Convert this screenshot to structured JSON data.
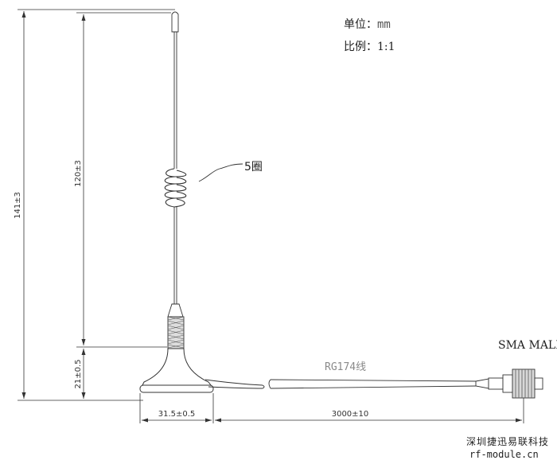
{
  "notes": {
    "unit_label": "单位：",
    "unit_value": "mm",
    "scale_label": "比例：",
    "scale_value": "1:1"
  },
  "labels": {
    "coil_turns": "5圈",
    "connector": "SMA MALE",
    "cable": "RG174线"
  },
  "dimensions": {
    "total_height": "141±3",
    "whip_height": "120±3",
    "base_height": "21±0.5",
    "base_diameter": "31.5±0.5",
    "cable_length": "3000±10"
  },
  "footer": {
    "company": "深圳捷迅易联科技",
    "website": "rf-module.cn"
  },
  "colors": {
    "line": "#333333",
    "cable_label": "#8a8a8a"
  }
}
